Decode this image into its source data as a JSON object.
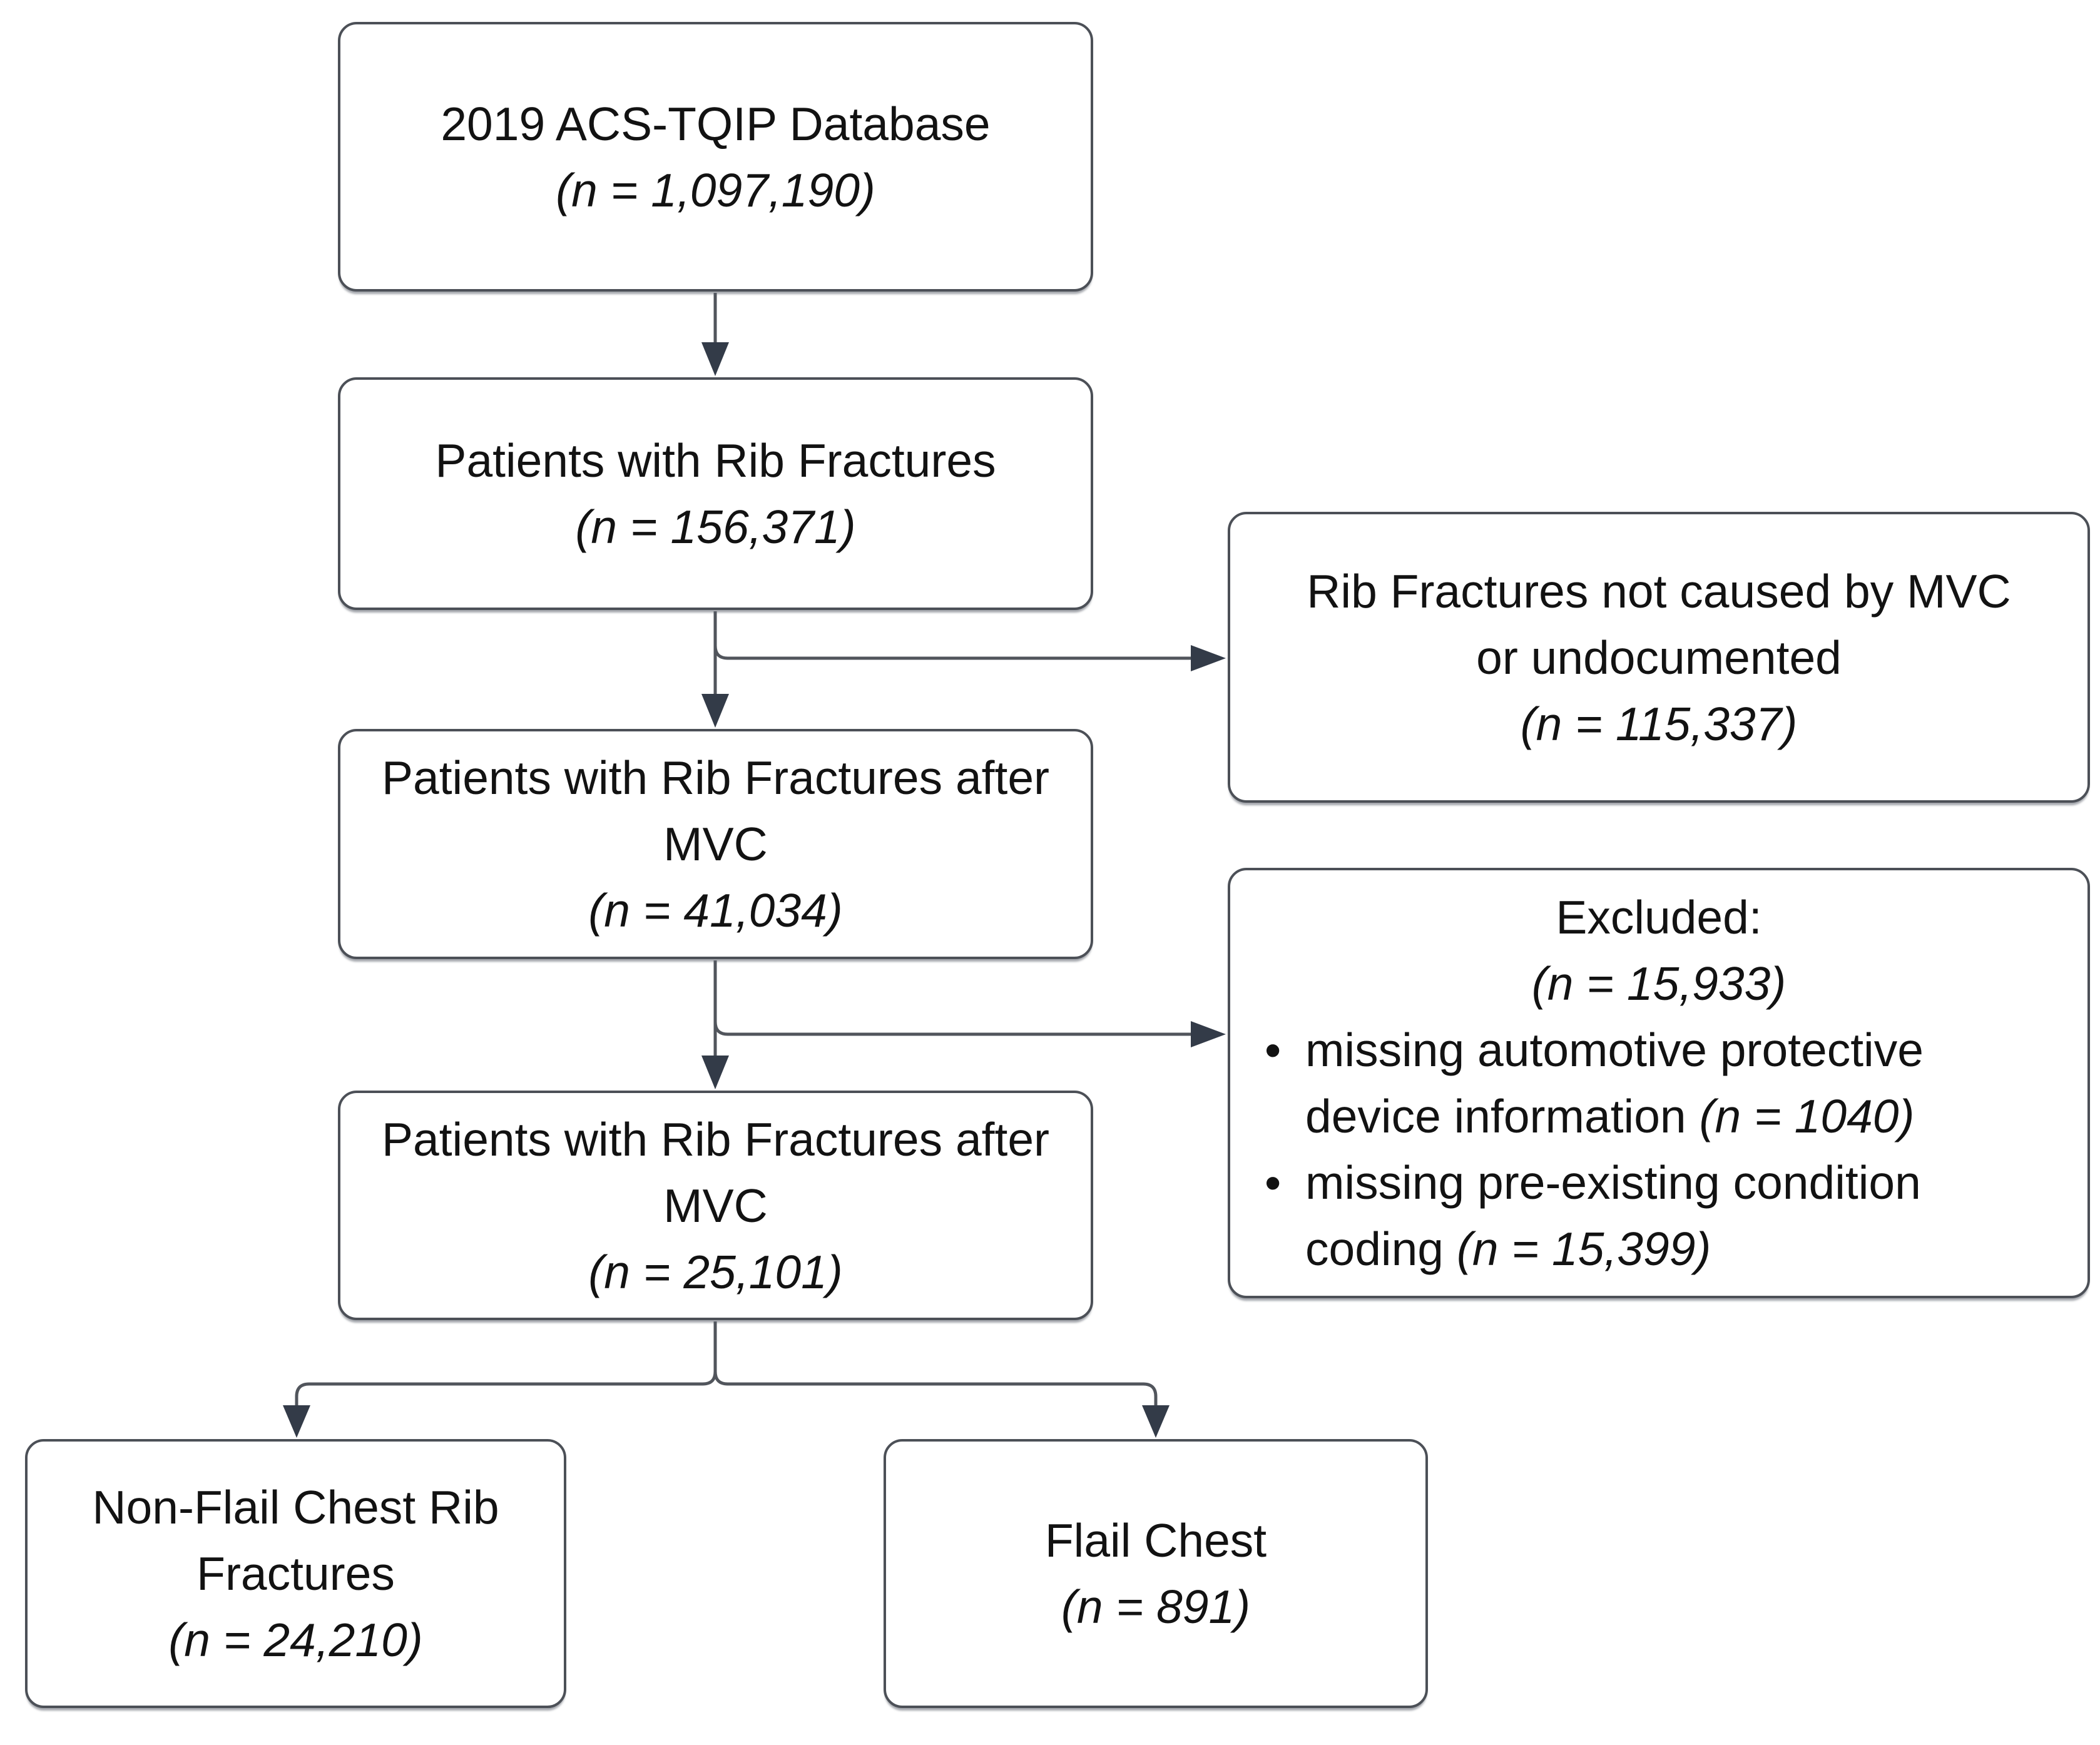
{
  "figure": {
    "type": "flowchart",
    "background": "#ffffff",
    "colors": {
      "box_border": "#4c5057",
      "text": "#121212",
      "connector_line": "#51555c",
      "arrowhead": "#333b48"
    },
    "bullet_char": "•",
    "boxes": {
      "database": {
        "title": "2019 ACS-TQIP Database",
        "n": "(n = 1,097,190)"
      },
      "rib_fractures": {
        "title": "Patients with Rib Fractures",
        "n": "(n = 156,371)"
      },
      "rib_fractures_after_mvc": {
        "title": "Patients with Rib Fractures after MVC",
        "n": "(n = 41,034)"
      },
      "rib_fractures_after_mvc_final": {
        "title": "Patients with Rib Fractures after MVC",
        "n": "(n = 25,101)"
      },
      "not_caused_by_mvc": {
        "title": "Rib Fractures not caused by MVC or undocumented",
        "n": "(n = 115,337)"
      },
      "excluded": {
        "title": "Excluded:",
        "n": "(n = 15,933)",
        "bullets": [
          {
            "text": "missing automotive protective device information ",
            "n": "(n = 1040)"
          },
          {
            "text": "missing pre-existing condition coding ",
            "n": "(n = 15,399)"
          }
        ]
      },
      "non_flail_chest": {
        "title": "Non-Flail Chest Rib Fractures",
        "n": "(n = 24,210)"
      },
      "flail_chest": {
        "title": "Flail Chest",
        "n": "(n = 891)"
      }
    }
  }
}
